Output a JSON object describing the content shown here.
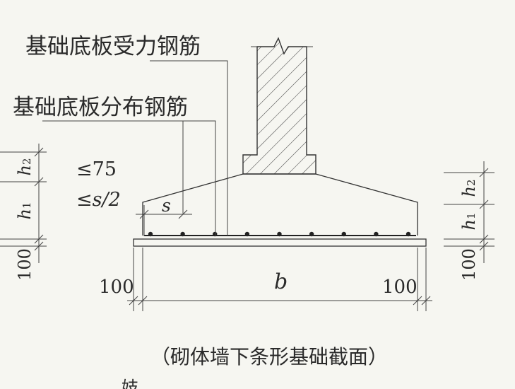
{
  "labels": {
    "main_rebar": "基础底板受力钢筋",
    "dist_rebar": "基础底板分布钢筋",
    "caption": "（砌体墙下条形基础截面）",
    "bottom_fragment": "妓"
  },
  "dims": {
    "le75": "≤75",
    "les2_prefix": "≤",
    "s_over_2": "s/2",
    "s": "s",
    "h": "h",
    "sub1": "1",
    "sub2": "2",
    "d100": "100",
    "b": "b"
  },
  "colors": {
    "line": "#333333",
    "background": "#f6f6f1"
  }
}
